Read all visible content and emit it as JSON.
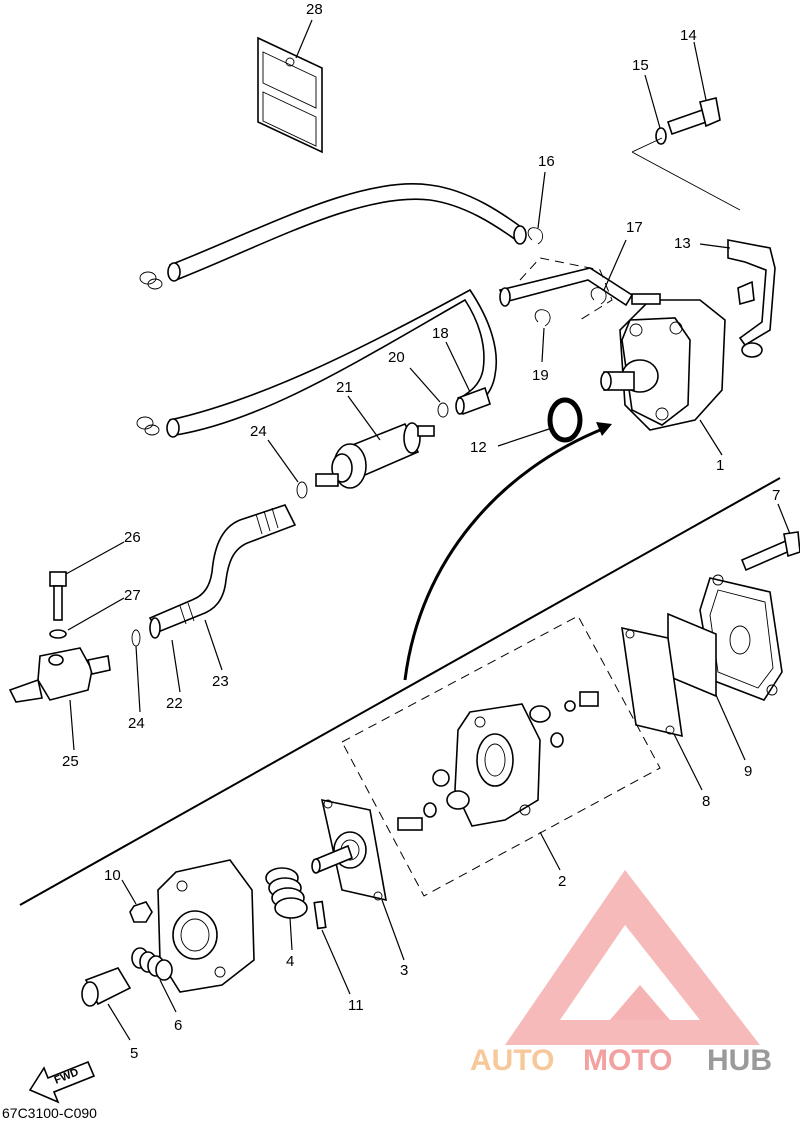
{
  "diagram_code": "67C3100-C090",
  "fwd_label": "FWD",
  "watermark": {
    "part1": "AUTO",
    "part2": "MOTO",
    "part3": "HUB"
  },
  "callouts": {
    "c1": "1",
    "c2": "2",
    "c3": "3",
    "c4": "4",
    "c5": "5",
    "c6": "6",
    "c7": "7",
    "c8": "8",
    "c9": "9",
    "c10": "10",
    "c11": "11",
    "c12": "12",
    "c13": "13",
    "c14": "14",
    "c15": "15",
    "c16": "16",
    "c17": "17",
    "c18": "18",
    "c19": "19",
    "c20": "20",
    "c21": "21",
    "c22": "22",
    "c23": "23",
    "c24a": "24",
    "c24b": "24",
    "c25": "25",
    "c26": "26",
    "c27": "27",
    "c28": "28"
  },
  "colors": {
    "watermark_orange": "#f6c89a",
    "watermark_red": "#f3a0a0",
    "watermark_gray": "#9a9a9a"
  }
}
